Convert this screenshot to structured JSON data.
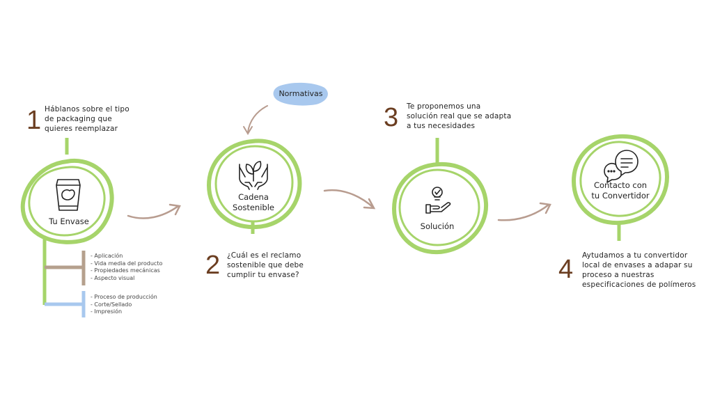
{
  "colors": {
    "green": "#a6d46a",
    "brown": "#6b3e21",
    "arrow": "#b89c8f",
    "blue": "#a8c8ee",
    "tan": "#b5a08d"
  },
  "steps": [
    {
      "number": "1",
      "text": "Háblanos sobre el tipo\nde packaging que\nquieres reemplazar",
      "node_label": "Tu Envase",
      "icon": "package-bag-icon"
    },
    {
      "number": "2",
      "text": "¿Cuál es el reclamo\nsostenible que debe\ncumplir tu envase?",
      "node_label": "Cadena\nSostenible",
      "icon": "hands-plant-icon"
    },
    {
      "number": "3",
      "text": "Te proponemos una\nsolución real que se adapta\na tus necesidades",
      "node_label": "Solución",
      "icon": "hand-lightbulb-icon"
    },
    {
      "number": "4",
      "text": "Aytudamos a tu convertidor\nlocal de envases a adapar su\nproceso a nuestras\nespecificaciones de polímeros",
      "node_label": "Contacto con\ntu Convertidor",
      "icon": "chat-bubbles-icon"
    }
  ],
  "normativas": "Normativas",
  "branch_lists": {
    "first": "- Aplicación\n- Vida media del producto\n- Propiedades mecánicas\n- Aspecto visual",
    "second": "- Proceso de producción\n- Corte/Sellado\n- Impresión"
  }
}
